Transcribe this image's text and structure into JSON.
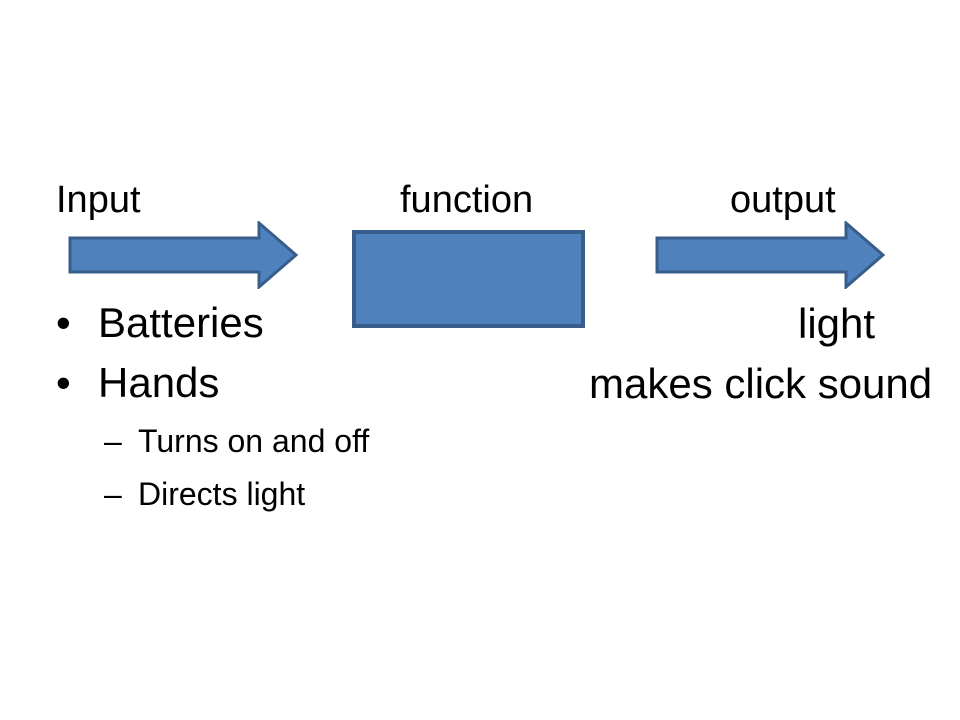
{
  "slide": {
    "flow": {
      "input_label": "Input",
      "function_label": "function",
      "output_label": "output"
    },
    "list": {
      "marker": "•",
      "sub_marker": "–",
      "items": [
        "Batteries",
        "Hands"
      ],
      "sub_items": [
        "Turns on and off",
        "Directs light"
      ]
    },
    "outputs": {
      "light_label": "light",
      "click_label": "makes click sound"
    },
    "colors": {
      "background": "#FFFFFF",
      "shape_fill": "#4F81BD",
      "shape_border": "#385D8A",
      "text": "#000000"
    }
  }
}
